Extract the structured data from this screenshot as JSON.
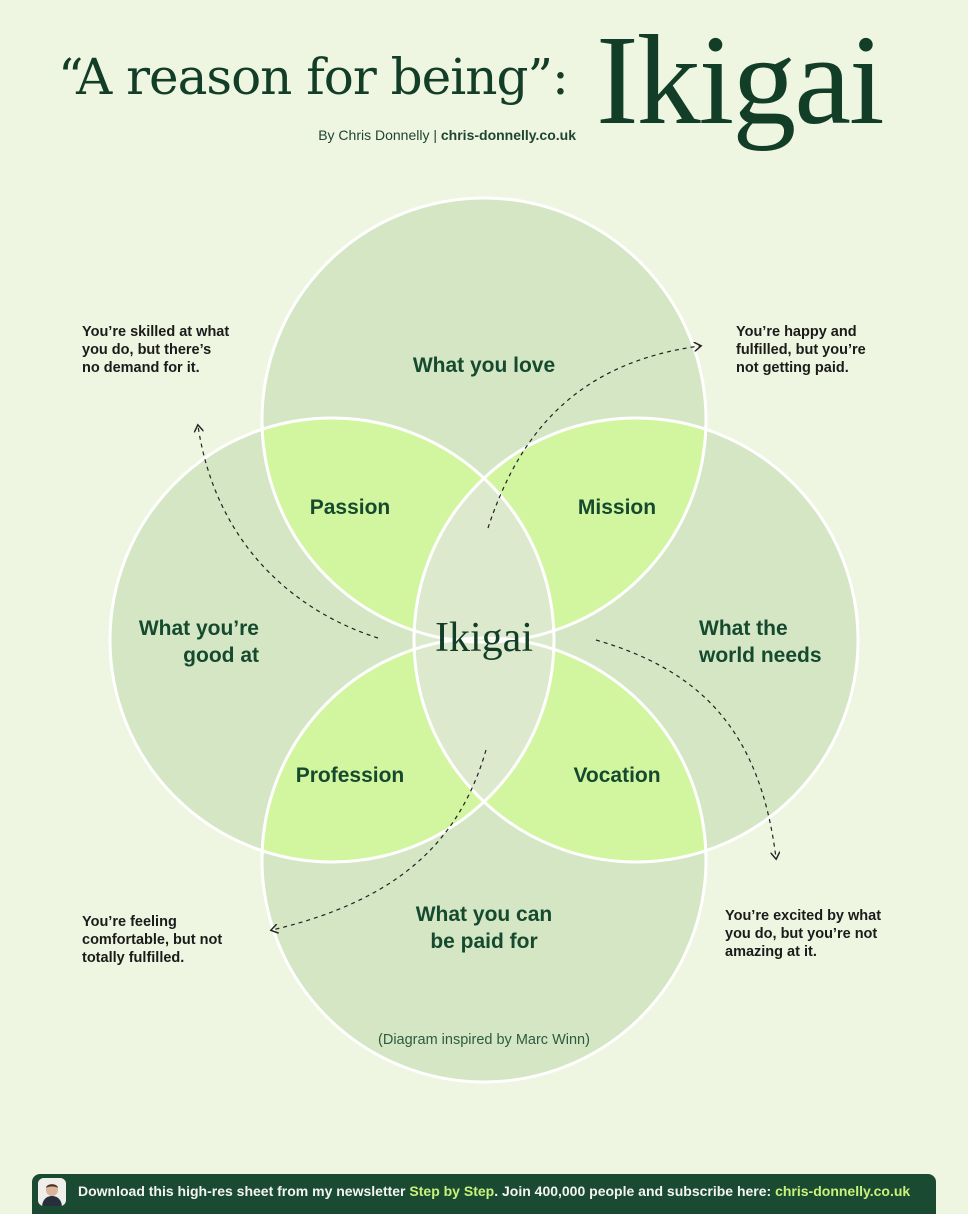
{
  "header": {
    "headline": "“A reason for being”:",
    "big_title": "Ikigai",
    "byline_prefix": "By Chris Donnelly |",
    "byline_site": "chris-donnelly.co.uk"
  },
  "diagram": {
    "circles": {
      "top": "What you love",
      "left_line1": "What you’re",
      "left_line2": "good at",
      "right_line1": "What the",
      "right_line2": "world needs",
      "bottom_line1": "What you can",
      "bottom_line2": "be paid for"
    },
    "overlaps": {
      "passion": "Passion",
      "mission": "Mission",
      "profession": "Profession",
      "vocation": "Vocation"
    },
    "center": "Ikigai"
  },
  "notes": {
    "top_left": [
      "You’re skilled at what",
      "you do, but there’s",
      "no demand for it."
    ],
    "top_right": [
      "You’re happy and",
      "fulfilled, but you’re",
      "not getting paid."
    ],
    "bottom_left": [
      "You’re feeling",
      "comfortable, but not",
      "totally fulfilled."
    ],
    "bottom_right": [
      "You’re excited by what",
      "you do, but you’re not",
      "amazing at it."
    ]
  },
  "credit": "(Diagram inspired by Marc Winn)",
  "footer": {
    "text_a": "Download this high-res sheet from my newsletter",
    "newsletter": "Step by Step",
    "text_b": ". Join 400,000 people and subscribe here:",
    "url": "chris-donnelly.co.uk"
  },
  "colors": {
    "background": "#eef5e0",
    "circle_fill": "#d4e6c3",
    "overlap_fill": "#d2f5a0",
    "center_fill": "#c5ee90",
    "dark_green": "#123d27",
    "footer_bg": "#1b4a33",
    "footer_highlight": "#c9f27a"
  }
}
